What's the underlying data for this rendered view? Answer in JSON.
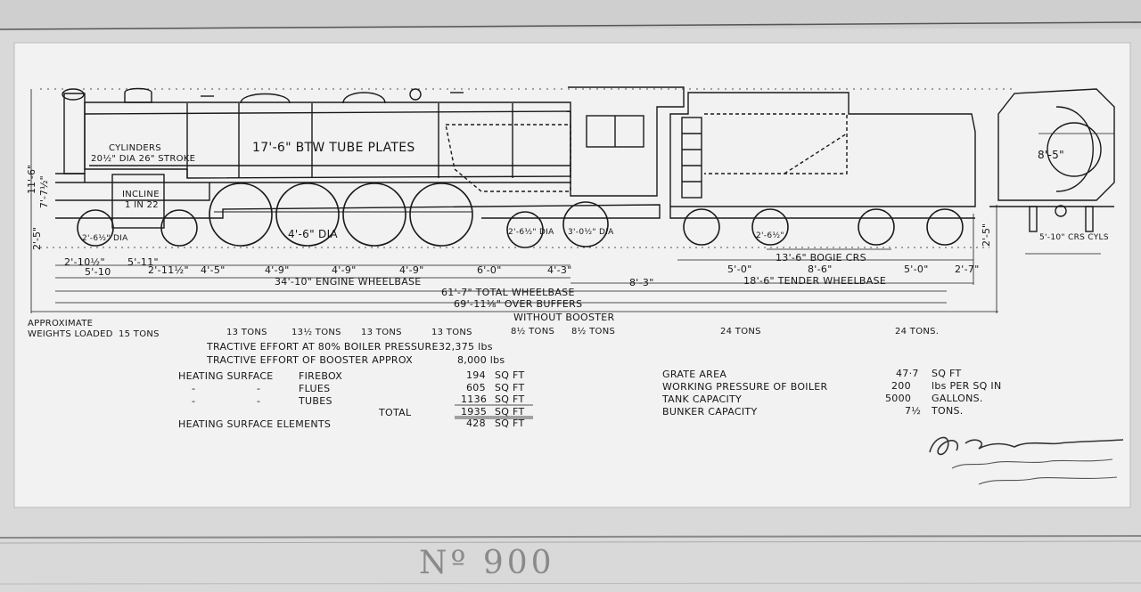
{
  "drawing": {
    "cylinders": "CYLINDERS",
    "cylinders_size": "20½\" DIA 26\" STROKE",
    "tube_plates": "17'-6\" BTW TUBE PLATES",
    "incline": "INCLINE",
    "incline_ratio": "1 IN 22",
    "height_total": "11'-6\"",
    "height_boiler": "7'-7½\"",
    "rail_height": "2'-5\"",
    "rail_height_tender": "2'-5\"",
    "bogie_wheel": "2'-6½\" DIA",
    "driving_wheel": "4'-6\" DIA",
    "trailing_wheel_1": "2'-6½\" DIA",
    "trailing_wheel_2": "3'-0½\" DIA",
    "tender_wheel": "2'-6½\"",
    "loading_gauge": "8'-5\"",
    "cylinder_centres": "5'-10\" CRS CYLS",
    "bogie_centres": "13'-6\" BOGIE CRS",
    "wheel_spacings_top": [
      "2'-10½\"",
      "5'-11\""
    ],
    "wheel_spacings": [
      "5'-10",
      "2'-11½\"",
      "4'-5\"",
      "4'-9\"",
      "4'-9\"",
      "4'-9\"",
      "6'-0\"",
      "4'-3\""
    ],
    "tender_spacings": [
      "5'-0\"",
      "8'-6\"",
      "5'-0\"",
      "2'-7\""
    ],
    "engine_wheelbase": "34'-10\" ENGINE WHEELBASE",
    "gap": "8'-3\"",
    "tender_wheelbase": "18'-6\" TENDER WHEELBASE",
    "total_wheelbase": "61'-7\" TOTAL WHEELBASE",
    "over_buffers": "69'-11⅛\" OVER BUFFERS"
  },
  "weights": {
    "label_line1": "APPROXIMATE",
    "label_line2": "WEIGHTS LOADED",
    "without_booster": "WITHOUT BOOSTER",
    "values": [
      "15 TONS",
      "13 TONS",
      "13½ TONS",
      "13 TONS",
      "13 TONS",
      "8½ TONS",
      "8½ TONS",
      "24 TONS",
      "24 TONS."
    ]
  },
  "tractive": {
    "label_80": "TRACTIVE EFFORT AT 80% BOILER PRESSURE",
    "value_80": "32,375 lbs",
    "label_booster": "TRACTIVE EFFORT OF BOOSTER APPROX",
    "value_booster": "8,000 lbs"
  },
  "heating": {
    "label": "HEATING SURFACE",
    "firebox_label": "FIREBOX",
    "firebox_value": "194",
    "flues_label": "FLUES",
    "flues_value": "605",
    "tubes_label": "TUBES",
    "tubes_value": "1136",
    "total_label": "TOTAL",
    "total_value": "1935",
    "elements_label": "HEATING SURFACE ELEMENTS",
    "elements_value": "428",
    "unit": "SQ FT",
    "ditto": "-"
  },
  "specs": {
    "grate_label": "GRATE AREA",
    "grate_value": "47·7",
    "grate_unit": "SQ FT",
    "pressure_label": "WORKING PRESSURE OF BOILER",
    "pressure_value": "200",
    "pressure_unit": "lbs PER SQ IN",
    "tank_label": "TANK CAPACITY",
    "tank_value": "5000",
    "tank_unit": "GALLONS.",
    "bunker_label": "BUNKER CAPACITY",
    "bunker_value": "7½",
    "bunker_unit": "TONS."
  },
  "plate_number": "Nº 900",
  "colors": {
    "paper": "#f2f2f2",
    "ink": "#161616",
    "mount": "#dcdcdc"
  }
}
